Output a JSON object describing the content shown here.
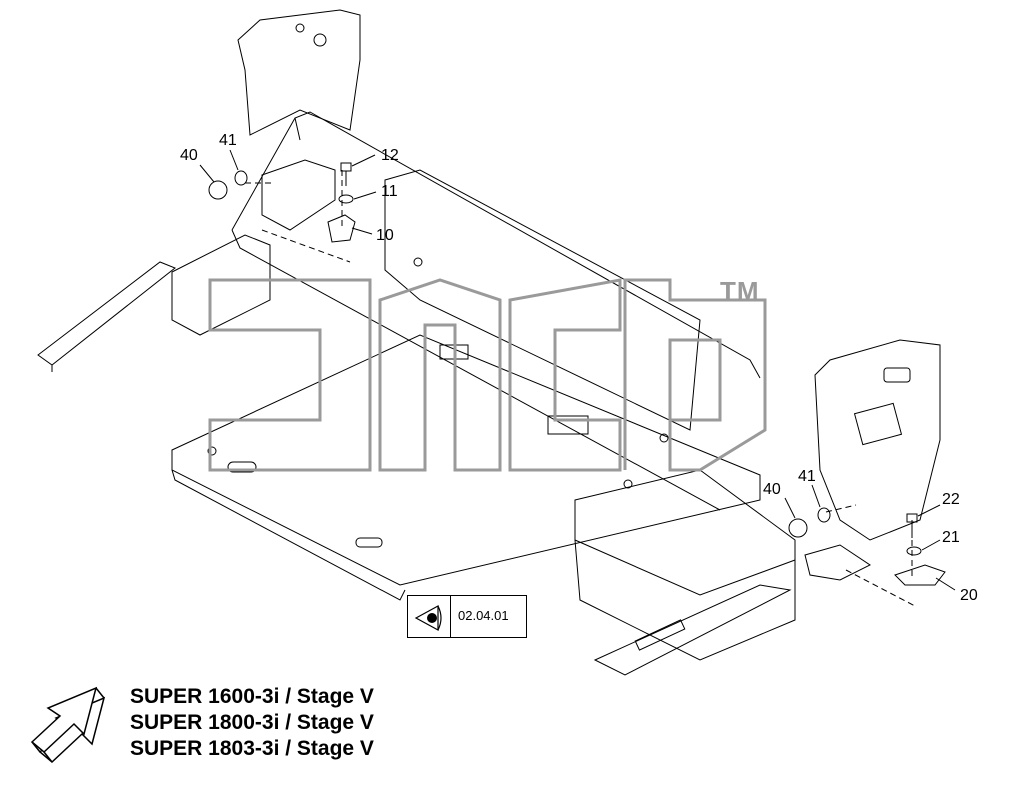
{
  "callouts": [
    {
      "id": "c40a",
      "text": "40"
    },
    {
      "id": "c41a",
      "text": "41"
    },
    {
      "id": "c12",
      "text": "12"
    },
    {
      "id": "c11",
      "text": "11"
    },
    {
      "id": "c10",
      "text": "10"
    },
    {
      "id": "c40b",
      "text": "40"
    },
    {
      "id": "c41b",
      "text": "41"
    },
    {
      "id": "c22",
      "text": "22"
    },
    {
      "id": "c21",
      "text": "21"
    },
    {
      "id": "c20",
      "text": "20"
    }
  ],
  "reference": {
    "code": "02.04.01",
    "icon": "eye-icon"
  },
  "watermark": {
    "trademark": "TM"
  },
  "models": [
    "SUPER 1600-3i / Stage V",
    "SUPER 1800-3i / Stage V",
    "SUPER 1803-3i / Stage V"
  ],
  "direction_icon": "arrow-icon",
  "colors": {
    "line": "#000000",
    "watermark": "#9a9a9a",
    "background": "#ffffff"
  }
}
